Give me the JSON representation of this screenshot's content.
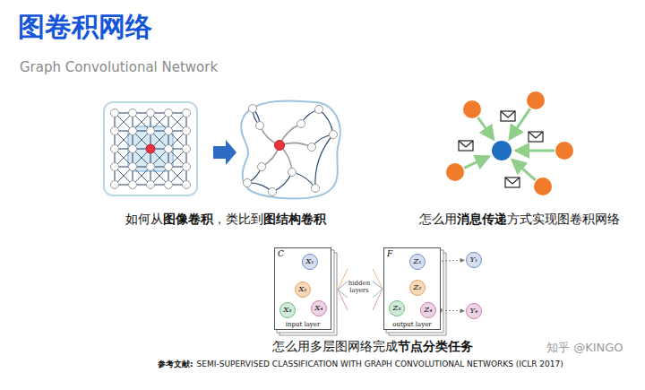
{
  "diagram": {
    "title": "图卷积网络",
    "nodes": [
      {
        "text": [
          "C",
          "input layer"
        ]
      },
      {
        "text": [
          "X₁"
        ],
        "in": 0
      },
      {
        "text": [
          "X₂"
        ],
        "in": 0
      },
      {
        "text": [
          "X₃"
        ],
        "in": 0
      },
      {
        "text": [
          "X₄"
        ],
        "in": 0
      },
      {
        "text": [
          "F",
          "output layer"
        ]
      },
      {
        "text": [
          "Z₁"
        ],
        "in": 5
      },
      {
        "text": [
          "Z₂"
        ],
        "in": 5
      },
      {
        "text": [
          "Z₃"
        ],
        "in": 5
      },
      {
        "text": [
          "Z₄"
        ],
        "in": 5
      },
      {
        "text": [
          "Y₁"
        ]
      },
      {
        "text": [
          "Y₄"
        ]
      }
    ],
    "edges": [
      {
        "from": 1,
        "to": 2,
        "arrow": "none"
      },
      {
        "from": 2,
        "to": 3,
        "arrow": "none"
      },
      {
        "from": 2,
        "to": 4,
        "arrow": "none"
      },
      {
        "from": 3,
        "to": 4,
        "arrow": "none"
      },
      {
        "from": 6,
        "to": 7,
        "arrow": "none"
      },
      {
        "from": 7,
        "to": 8,
        "arrow": "none"
      },
      {
        "from": 7,
        "to": 9,
        "arrow": "none"
      },
      {
        "from": 8,
        "to": 9,
        "arrow": "none"
      },
      {
        "from": 6,
        "to": 10,
        "arrow": "both"
      },
      {
        "from": 9,
        "to": 11,
        "arrow": "both"
      }
    ],
    "labels": [
      "Graph Convolutional Network",
      "如何从",
      "图像卷积",
      "，类比到",
      "图结构卷积",
      "怎么用",
      "消息传递",
      "方式实现图卷积网络",
      "hidden layers",
      "怎么用多层图网络完成",
      "节点分类任务",
      "参考文献:",
      "SEMI-SUPERVISED CLASSIFICATION WITH GRAPH CONVOLUTIONAL NETWORKS (ICLR 2017)",
      "知乎 @KINGO"
    ]
  }
}
